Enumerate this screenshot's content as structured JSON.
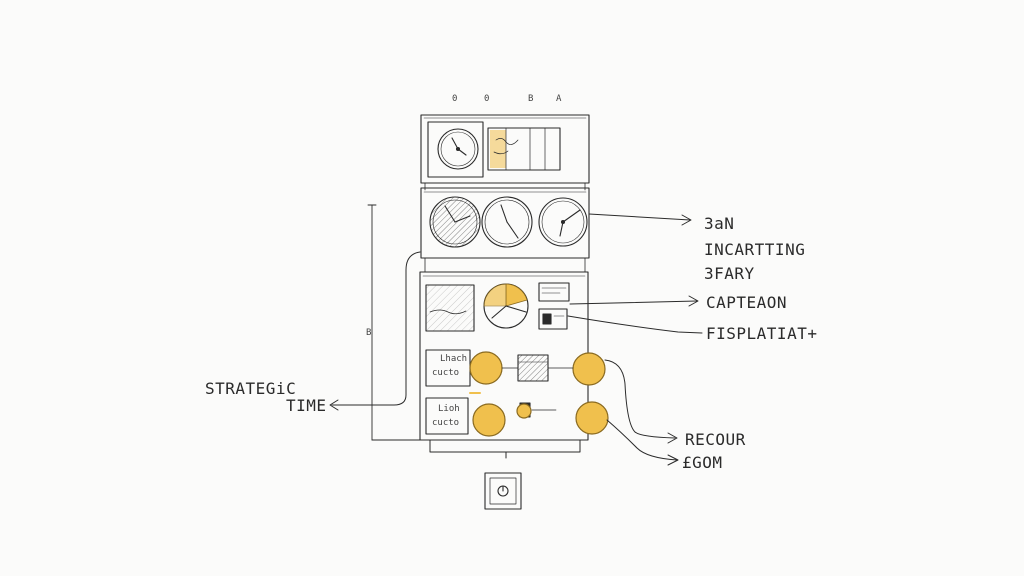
{
  "top_marks": [
    "0",
    "0",
    "B",
    "A"
  ],
  "side_mark": "B",
  "right_labels": {
    "group1": [
      "3aN",
      "INCARTTING",
      "3FARY"
    ],
    "captean": "CAPTEAON",
    "fisplatiat": "FISPLATIAT+"
  },
  "left_label": {
    "line1": "STRATEGiC",
    "line2": "TIME"
  },
  "bottom_right_label": {
    "line1": "RECOUR",
    "line2": "£GOM"
  },
  "box_texts": {
    "a": "Lhach",
    "b": "cucto",
    "c": "Lioh",
    "d": "cucto"
  },
  "colors": {
    "ink": "#2b2b2b",
    "accent": "#f0c04d",
    "accent_stroke": "#8a6a20",
    "paper": "#fbfbfa"
  }
}
